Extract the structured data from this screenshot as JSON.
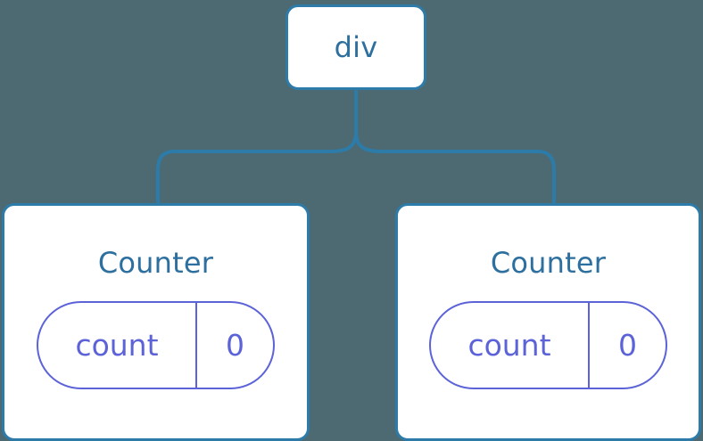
{
  "diagram": {
    "type": "component-tree",
    "background_color": "#4d6a73",
    "node_border_color": "#2d7ba8",
    "node_fill_color": "#ffffff",
    "node_text_color": "#2d6f9e",
    "state_color": "#5c63d8",
    "edge_color": "#2d7ba8",
    "root": {
      "label": "div"
    },
    "children": [
      {
        "label": "Counter",
        "state": {
          "key": "count",
          "value": "0"
        }
      },
      {
        "label": "Counter",
        "state": {
          "key": "count",
          "value": "0"
        }
      }
    ]
  }
}
